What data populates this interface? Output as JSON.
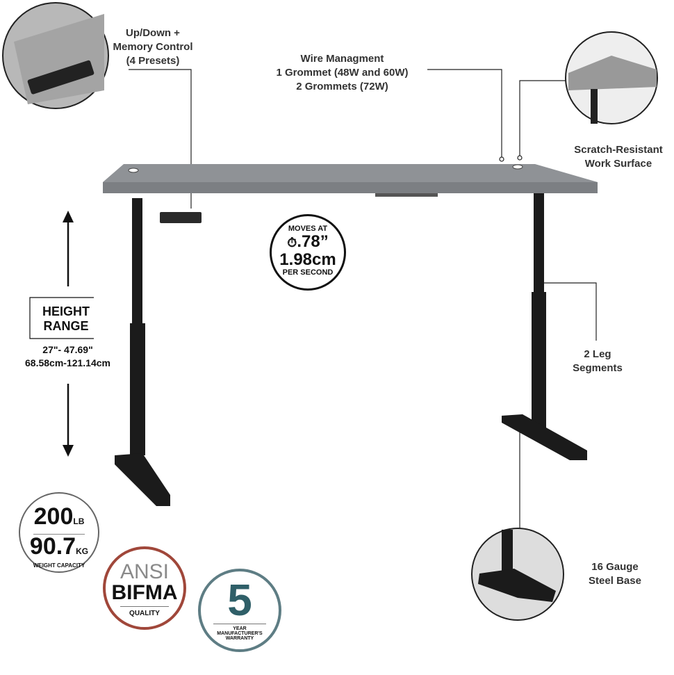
{
  "callouts": {
    "control": [
      "Up/Down +",
      "Memory Control",
      "(4 Presets)"
    ],
    "wire": [
      "Wire Managment",
      "1 Grommet (48W and 60W)",
      "2 Grommets (72W)"
    ],
    "surface": [
      "Scratch-Resistant",
      "Work Surface"
    ],
    "legs": [
      "2 Leg",
      "Segments"
    ],
    "base": [
      "16 Gauge",
      "Steel Base"
    ]
  },
  "height": {
    "title": [
      "HEIGHT",
      "RANGE"
    ],
    "imperial": "27\"- 47.69\"",
    "metric": "68.58cm-121.14cm"
  },
  "speed": {
    "top": "MOVES AT",
    "imperial": ".78”",
    "metric": "1.98cm",
    "bottom": "PER SECOND",
    "icon": "stopwatch-icon"
  },
  "weight": {
    "lb": "200",
    "lb_unit": "LB",
    "kg": "90.7",
    "kg_unit": "KG",
    "caption": "WEIGHT CAPACITY"
  },
  "ansi": {
    "line1": "ANSI",
    "line2": "BIFMA",
    "caption": "QUALITY",
    "color": "#a0473a"
  },
  "warranty": {
    "number": "5",
    "caption": "YEAR MANUFACTURER'S WARRANTY",
    "color": "#2f5f68"
  },
  "colors": {
    "desktop": "#8f9296",
    "frame": "#1b1b1b"
  }
}
